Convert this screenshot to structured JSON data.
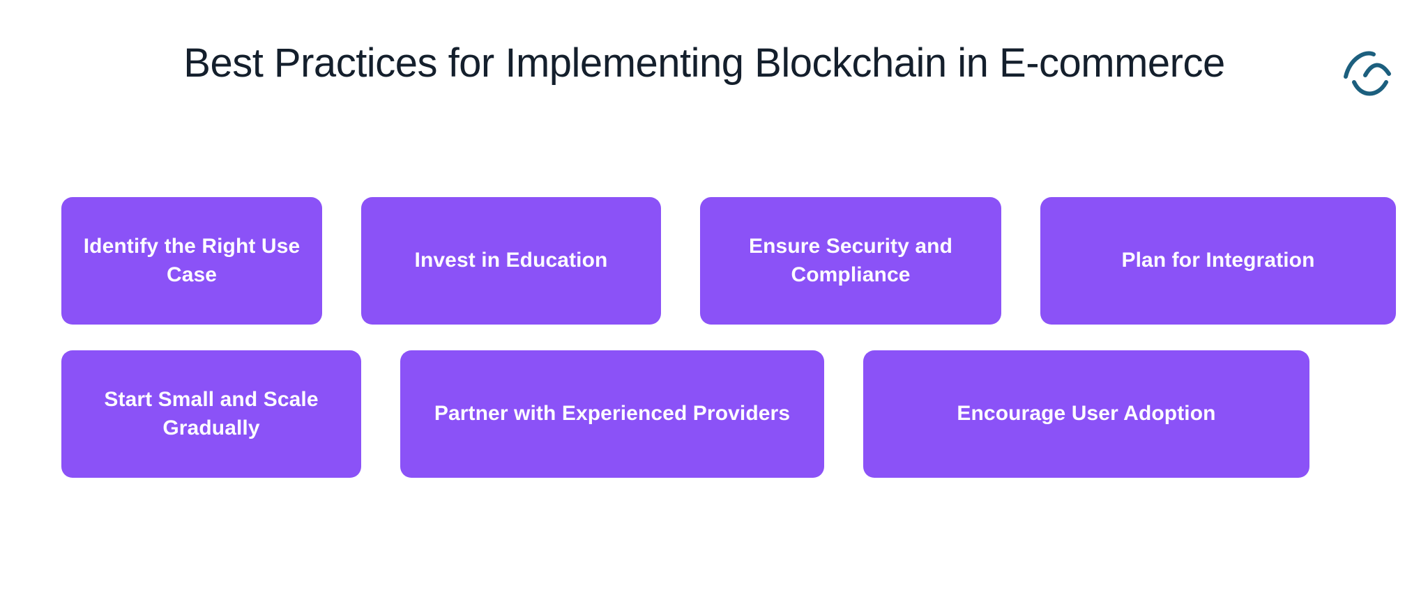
{
  "slide": {
    "background_color": "#ffffff",
    "title": "Best Practices for Implementing Blockchain in E-commerce"
  },
  "logo": {
    "name": "brand-swirl-logo",
    "color": "#1c5f7e"
  },
  "theme": {
    "card_background": "#8b52f7",
    "card_text_color": "#fdfcff",
    "title_color": "#141f2c"
  },
  "cards": {
    "row_1": [
      {
        "label": "Identify the Right Use Case"
      },
      {
        "label": "Invest in Education"
      },
      {
        "label": "Ensure Security and Compliance"
      },
      {
        "label": "Plan for Integration"
      }
    ],
    "row_2": [
      {
        "label": "Start Small and Scale Gradually"
      },
      {
        "label": "Partner with Experienced Providers"
      },
      {
        "label": "Encourage User Adoption"
      }
    ]
  }
}
